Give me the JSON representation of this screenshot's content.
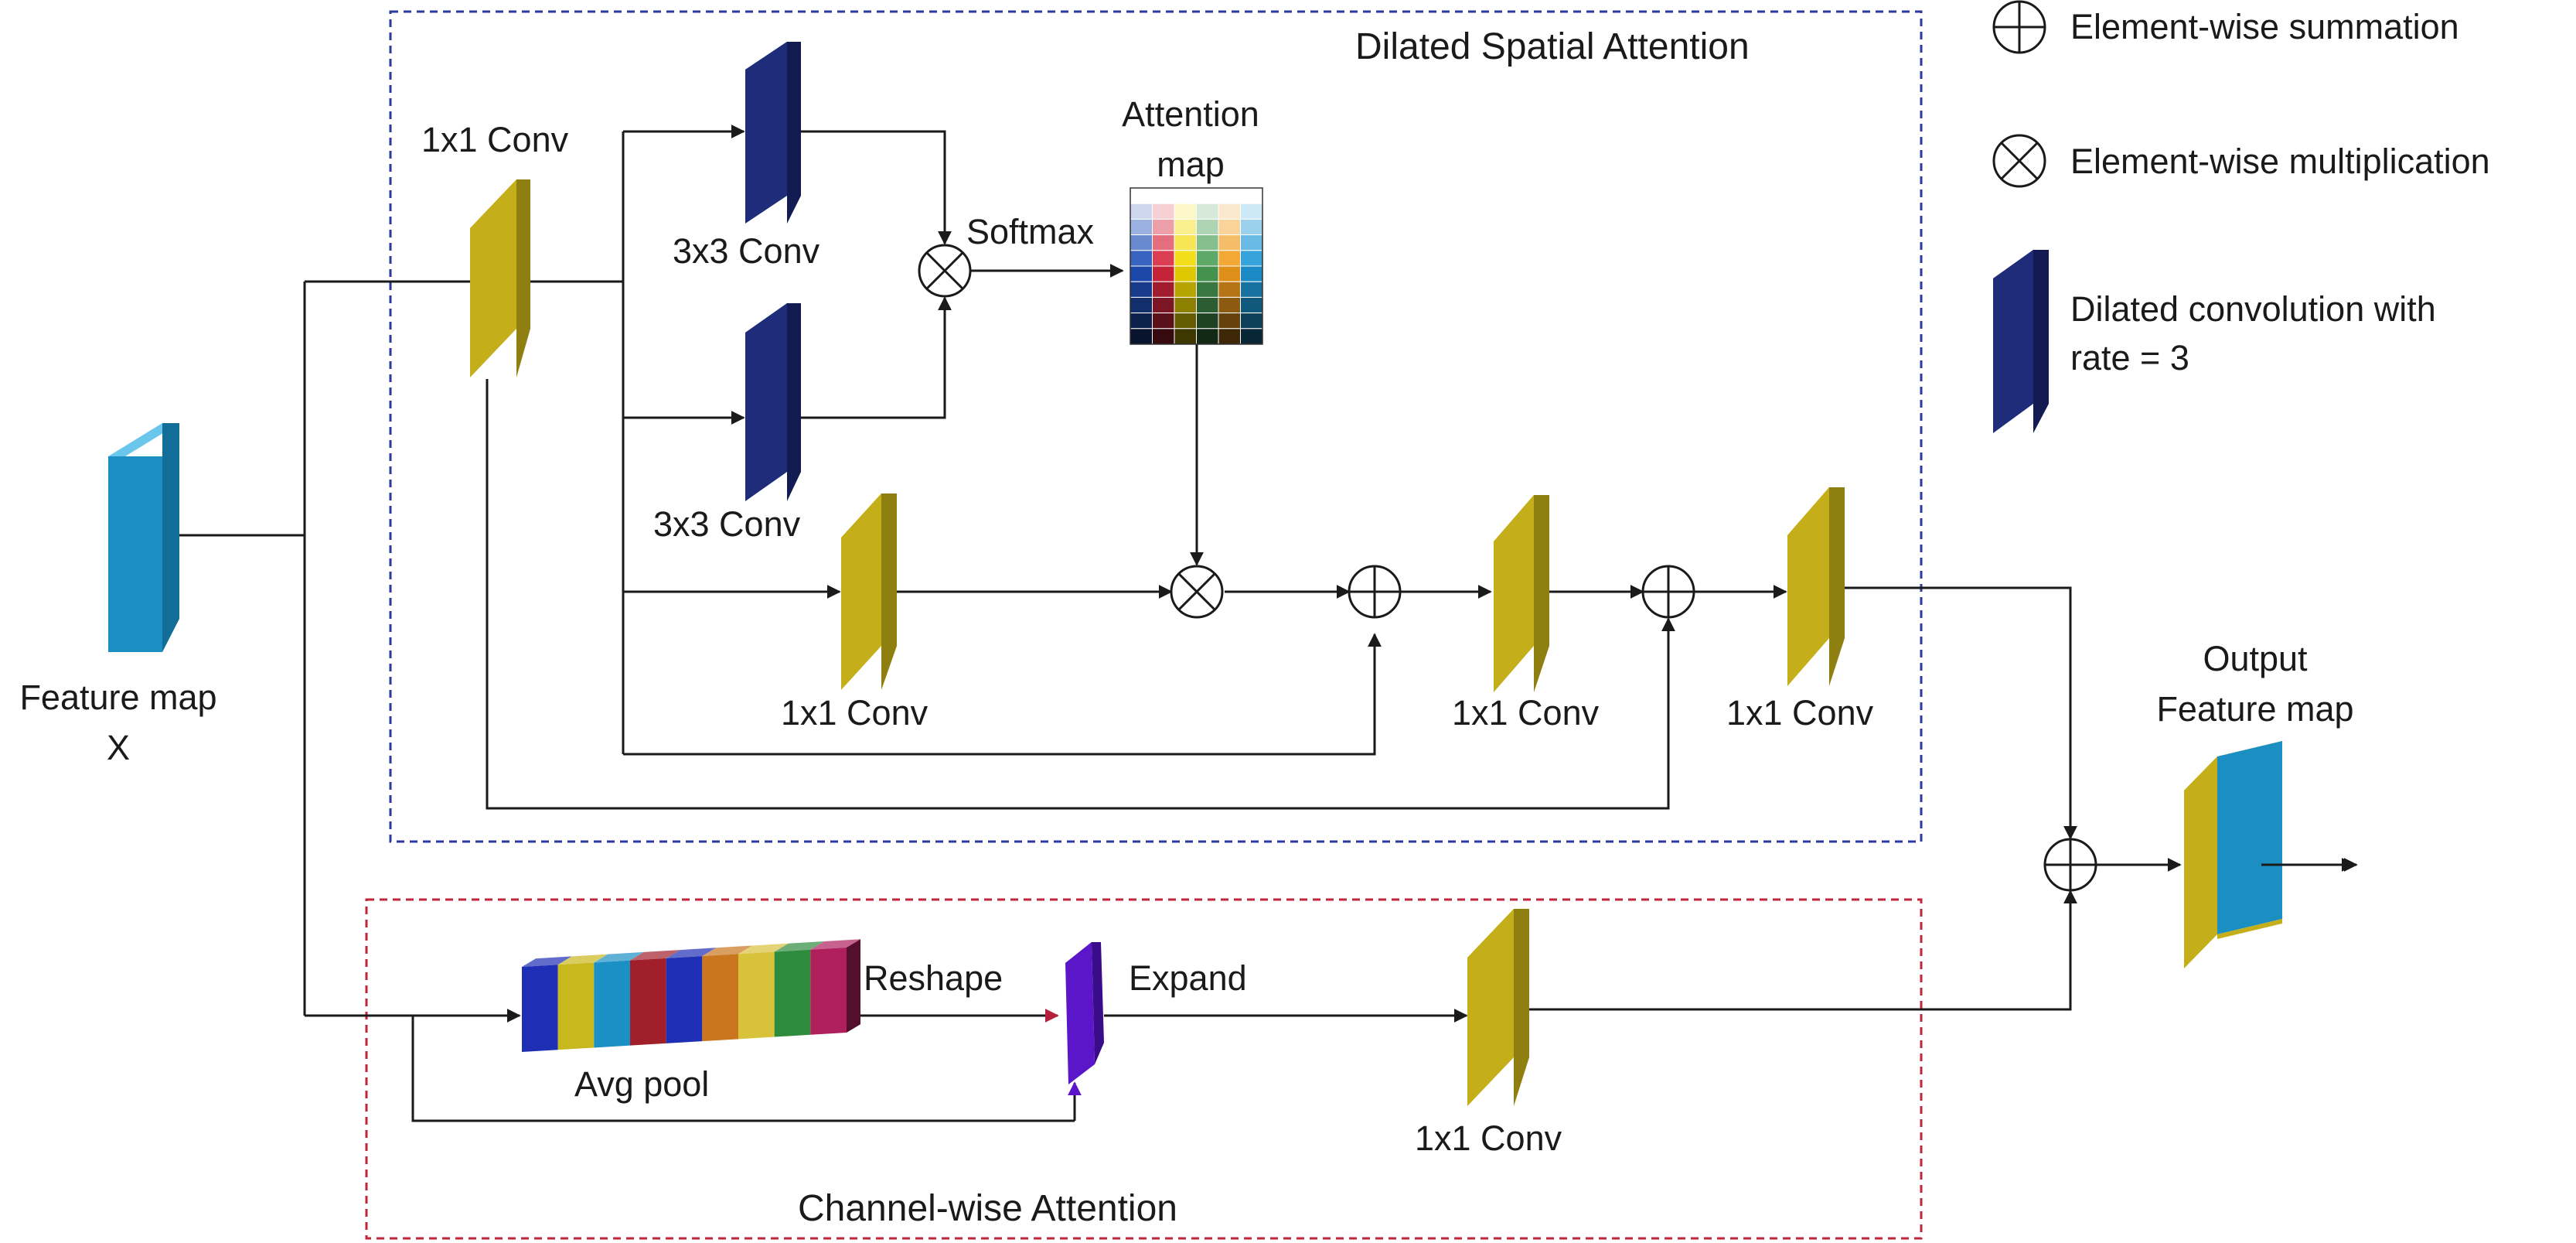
{
  "input": {
    "title": "Feature map",
    "subtitle": "X"
  },
  "spatial": {
    "title": "Dilated Spatial Attention",
    "conv_1x1_top": "1x1 Conv",
    "conv_3x3_a": "3x3 Conv",
    "conv_3x3_b": "3x3 Conv",
    "softmax": "Softmax",
    "attention_l1": "Attention",
    "attention_l2": "map",
    "conv_1x1_value": "1x1 Conv",
    "conv_1x1_mid": "1x1 Conv",
    "conv_1x1_out": "1x1 Conv"
  },
  "channel": {
    "title": "Channel-wise Attention",
    "avg_pool": "Avg pool",
    "reshape": "Reshape",
    "expand": "Expand",
    "conv_1x1": "1x1 Conv"
  },
  "output": {
    "title_l1": "Output",
    "title_l2": "Feature map"
  },
  "legend": {
    "sum": "Element-wise summation",
    "mult": "Element-wise multiplication",
    "dilated_l1": "Dilated convolution with",
    "dilated_l2": "rate = 3"
  },
  "colors": {
    "conv_1x1": "#C4AF1A",
    "dilated_conv": "#1E2C7A",
    "feature_map": "#1B8FC2",
    "spatial_box": "#2A3A9E",
    "channel_box": "#C0263A",
    "reshape_arrow": "#B5213A",
    "expand_block": "#5A16C8",
    "attention_columns": [
      "#1F4FB8",
      "#D7263D",
      "#F2DA00",
      "#4B9E55",
      "#F29C1C",
      "#1E97D6"
    ],
    "avg_pool_blocks": [
      "#1E2FB5",
      "#C9B71E",
      "#1B90C4",
      "#A11F2A",
      "#1E2FB5",
      "#C9761E",
      "#D8C23A",
      "#2E8B3E",
      "#AE1F5C"
    ]
  }
}
